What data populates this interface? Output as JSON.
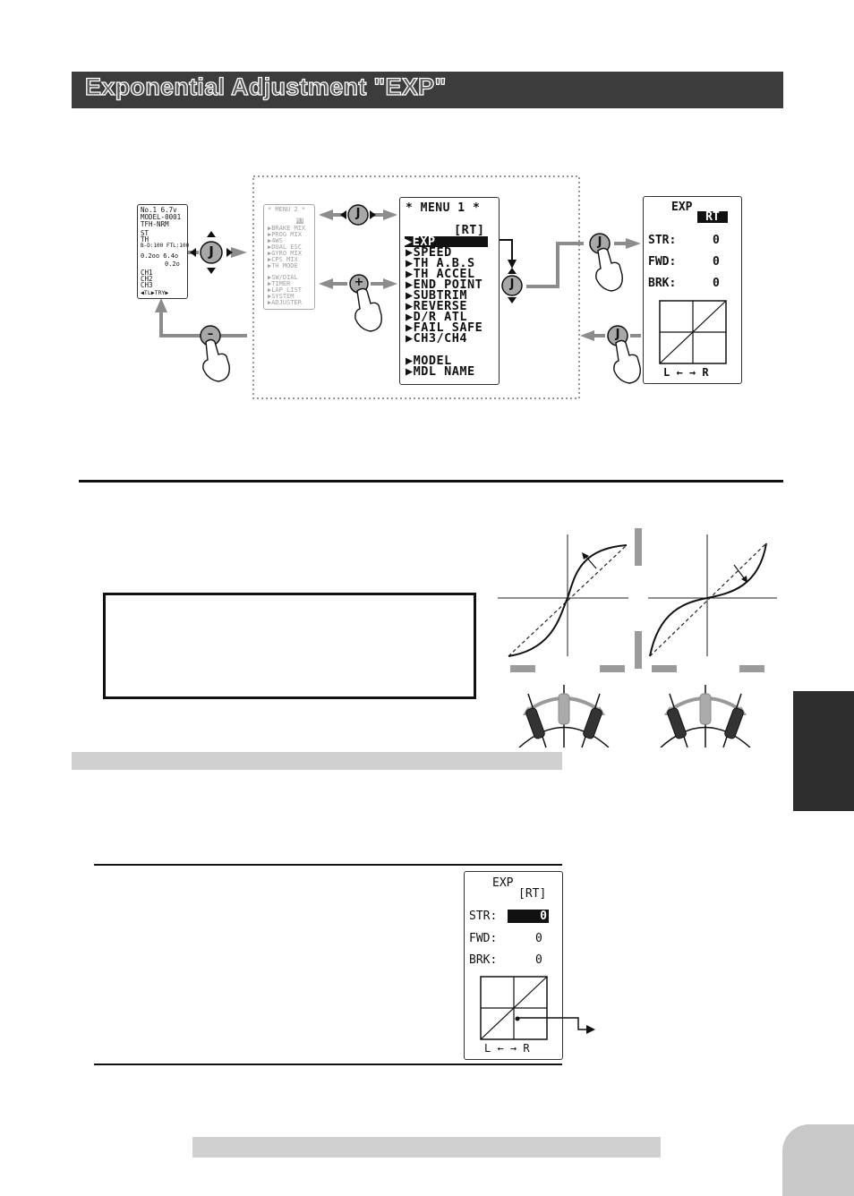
{
  "section": {
    "title": "Exponential Adjustment \"EXP\""
  },
  "home_screen": {
    "lines": [
      "No.1  6.7v",
      "MODEL-0001",
      "TFH-NRM",
      "",
      "ST",
      "TH",
      "B-D:100  FTL:100",
      "",
      "0.2oo  6.4o",
      "0.2o",
      "",
      "CH1",
      "CH2",
      "CH3",
      "◀TL▶TRY▶"
    ]
  },
  "menu2_screen": {
    "lines": [
      "* MENU 2 *",
      "RT",
      "▶BRAKE MIX",
      "▶PROG MIX",
      "▶4WS",
      "▶DUAL ESC",
      "▶GYRO MIX",
      "▶CPS MIX",
      "▶TH MODE",
      "",
      "▶SW/DIAL",
      "▶TIMER",
      "▶LAP LIST",
      "▶SYSTEM",
      "▶ADJUSTER"
    ]
  },
  "menu1_screen": {
    "header": "* MENU 1 *",
    "rate": "[RT]",
    "items": [
      "▶EXP",
      "▶SPEED",
      "▶TH A.B.S",
      "▶TH ACCEL",
      "▶END POINT",
      "▶SUBTRIM",
      "▶REVERSE",
      "▶D/R ATL",
      "▶FAIL SAFE",
      "▶CH3/CH4",
      "",
      "▶MODEL",
      "▶MDL NAME"
    ]
  },
  "exp_screen_top": {
    "title": "EXP",
    "rate": "RT",
    "rows": [
      {
        "label": "STR:",
        "value": "0"
      },
      {
        "label": "FWD:",
        "value": "0"
      },
      {
        "label": "BRK:",
        "value": "0"
      }
    ],
    "axis": "L ← → R"
  },
  "exp_screen_bottom": {
    "title": "EXP",
    "rate": "[RT]",
    "rows": [
      {
        "label": "STR:",
        "value": "0"
      },
      {
        "label": "FWD:",
        "value": "0"
      },
      {
        "label": "BRK:",
        "value": "0"
      }
    ],
    "axis": "L ← → R"
  },
  "keys": {
    "jog": "J",
    "plus": "+",
    "minus": "–"
  }
}
